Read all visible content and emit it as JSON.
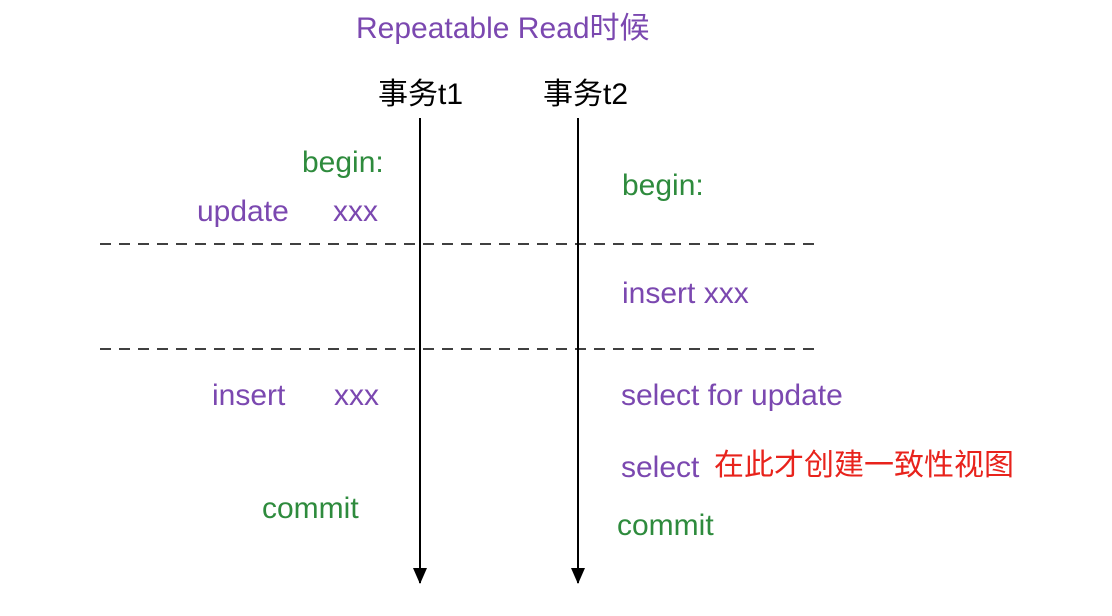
{
  "title": "Repeatable Read时候",
  "transactions": {
    "t1": {
      "label": "事务t1"
    },
    "t2": {
      "label": "事务t2"
    }
  },
  "t1_steps": {
    "begin": "begin:",
    "update_cmd": "update",
    "update_arg": "xxx",
    "insert_cmd": "insert",
    "insert_arg": "xxx",
    "commit": "commit"
  },
  "t2_steps": {
    "begin": "begin:",
    "insert": "insert xxx",
    "select_for_update": "select for update",
    "select_cmd": "select",
    "select_note": "在此才创建一致性视图",
    "commit": "commit"
  },
  "colors": {
    "sql": "#7b48b0",
    "control": "#2e8b3d",
    "note": "#e8231c",
    "axis": "#000000"
  }
}
